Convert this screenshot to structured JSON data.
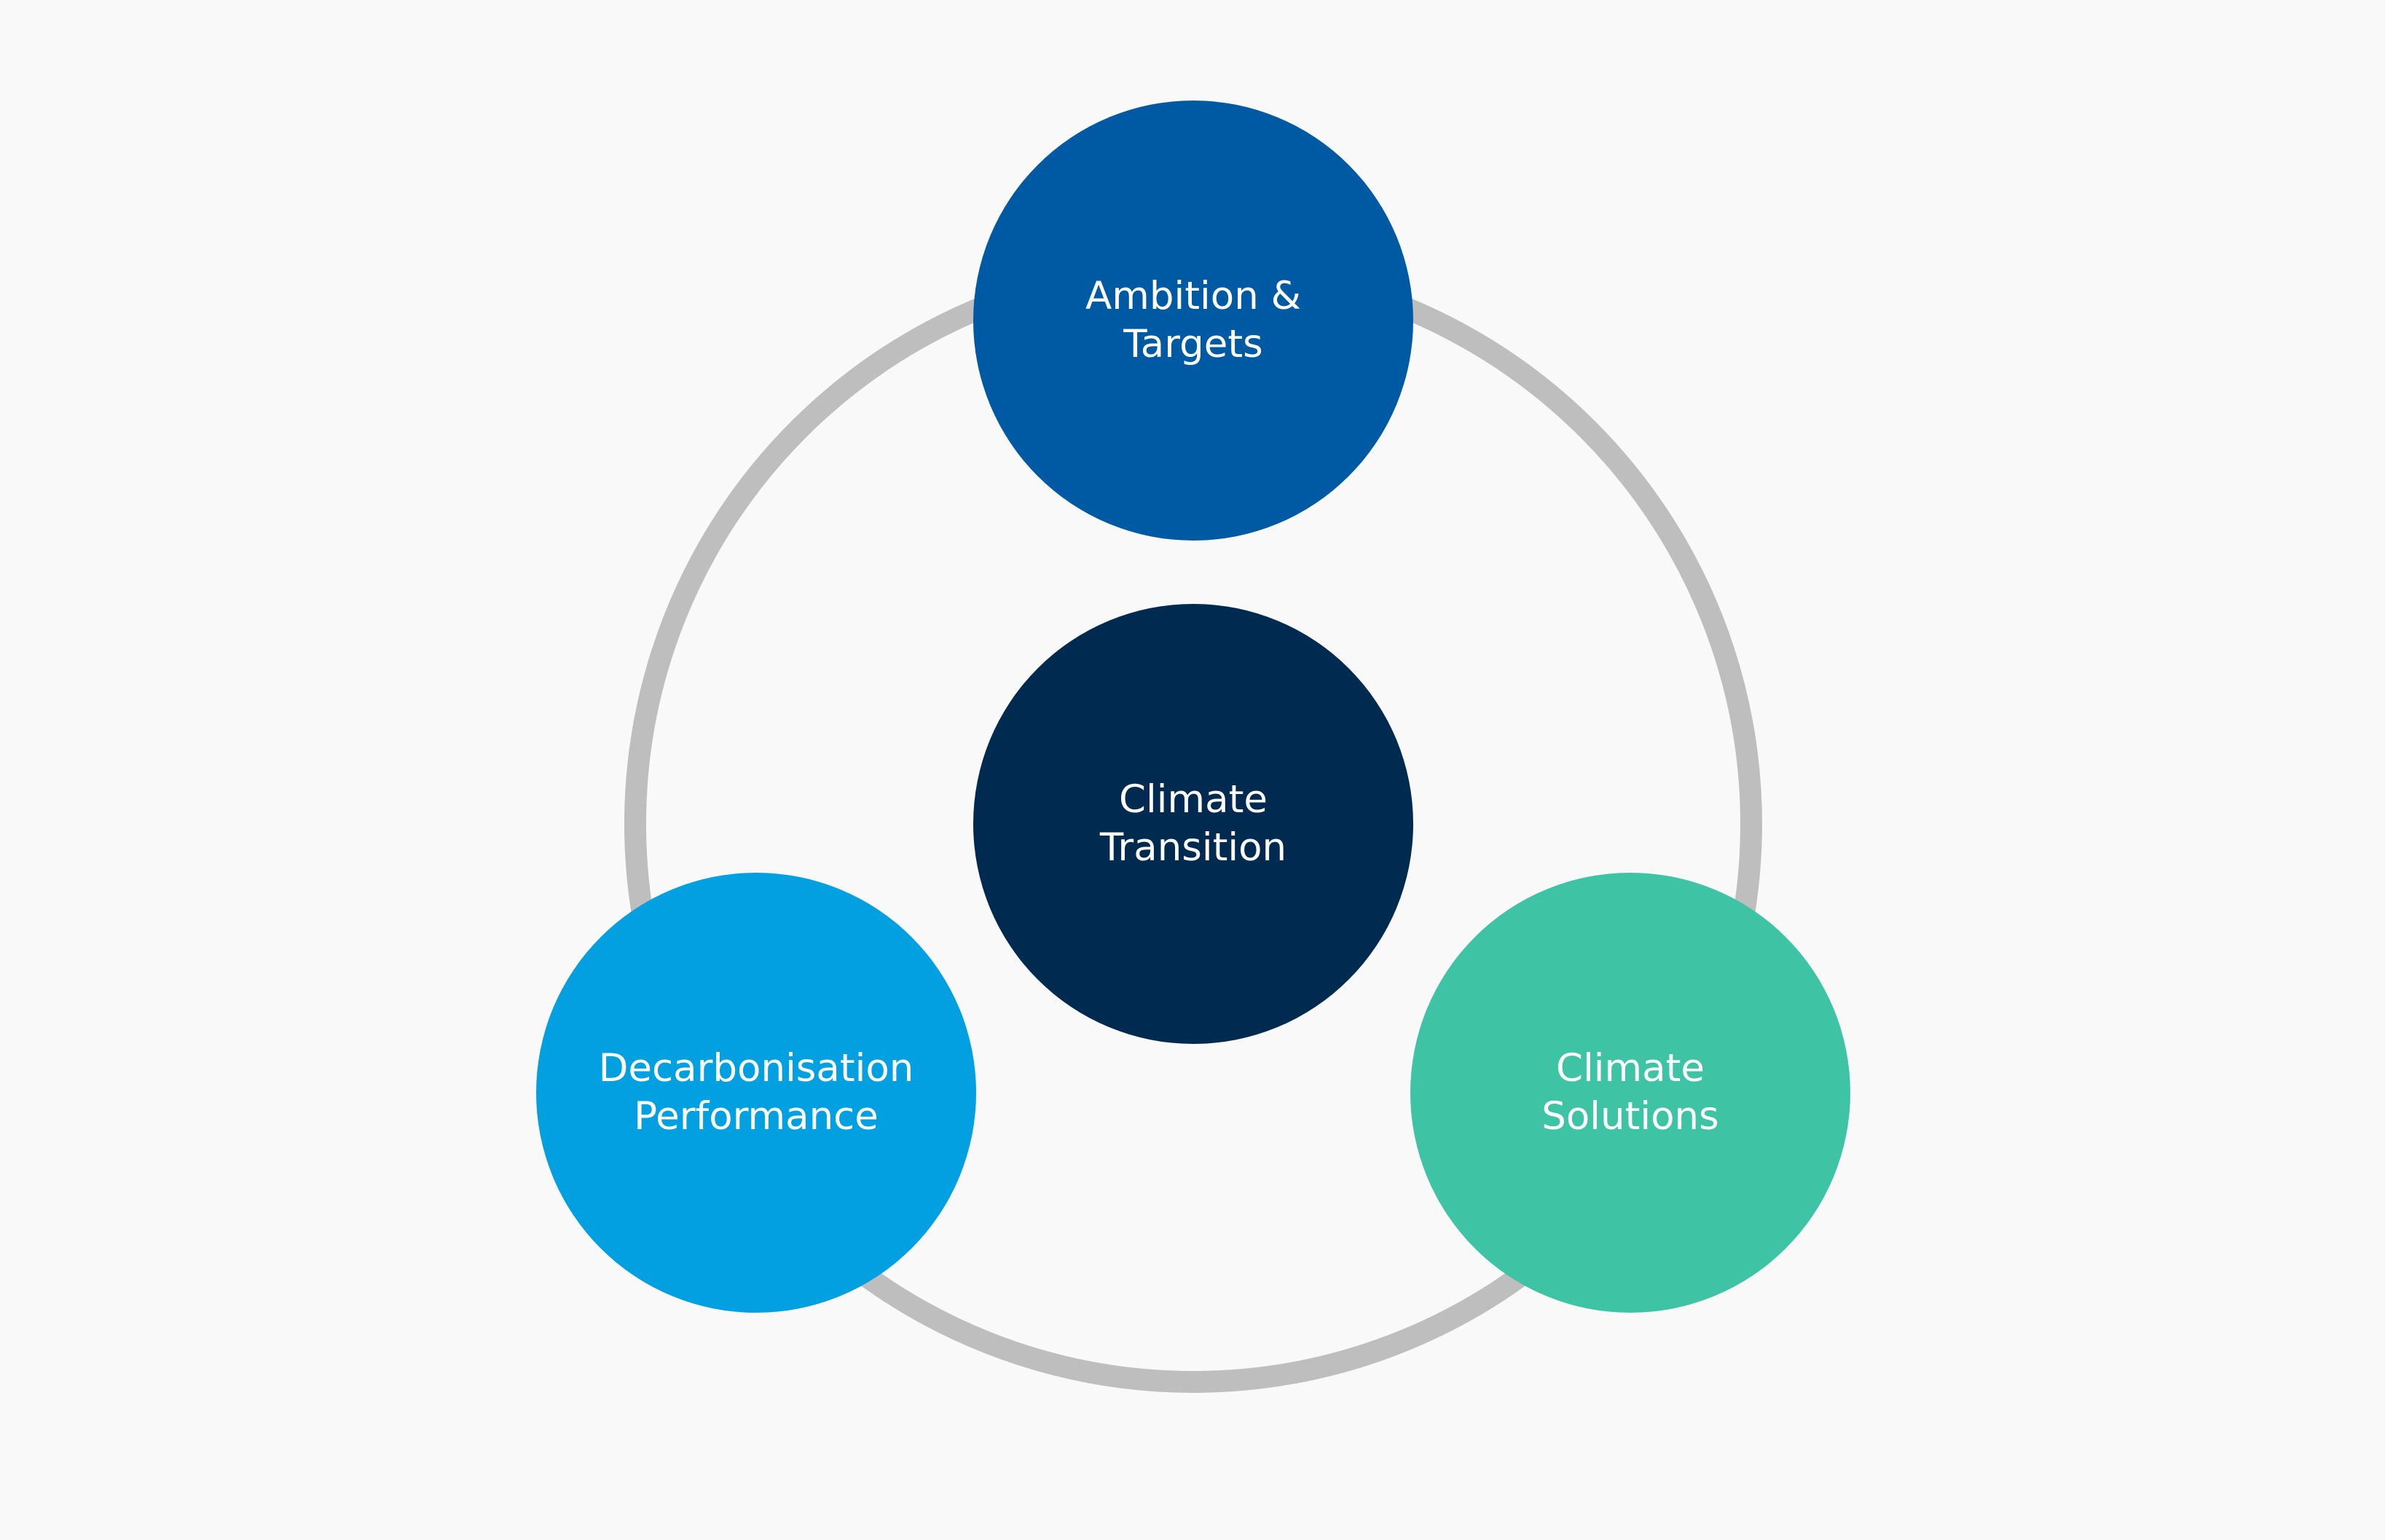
{
  "nodes": {
    "top": {
      "line1": "Ambition &",
      "line2": "Targets",
      "color": "#0059a3"
    },
    "center": {
      "line1": "Climate",
      "line2": "Transition",
      "color": "#002a4f"
    },
    "left": {
      "line1": "Decarbonisation",
      "line2": "Performance",
      "color": "#02a0e1"
    },
    "right": {
      "line1": "Climate",
      "line2": "Solutions",
      "color": "#3ec4a5"
    }
  },
  "colors": {
    "background": "#f9f9f9",
    "ring": "#bebebe",
    "text": "#ffffff"
  }
}
